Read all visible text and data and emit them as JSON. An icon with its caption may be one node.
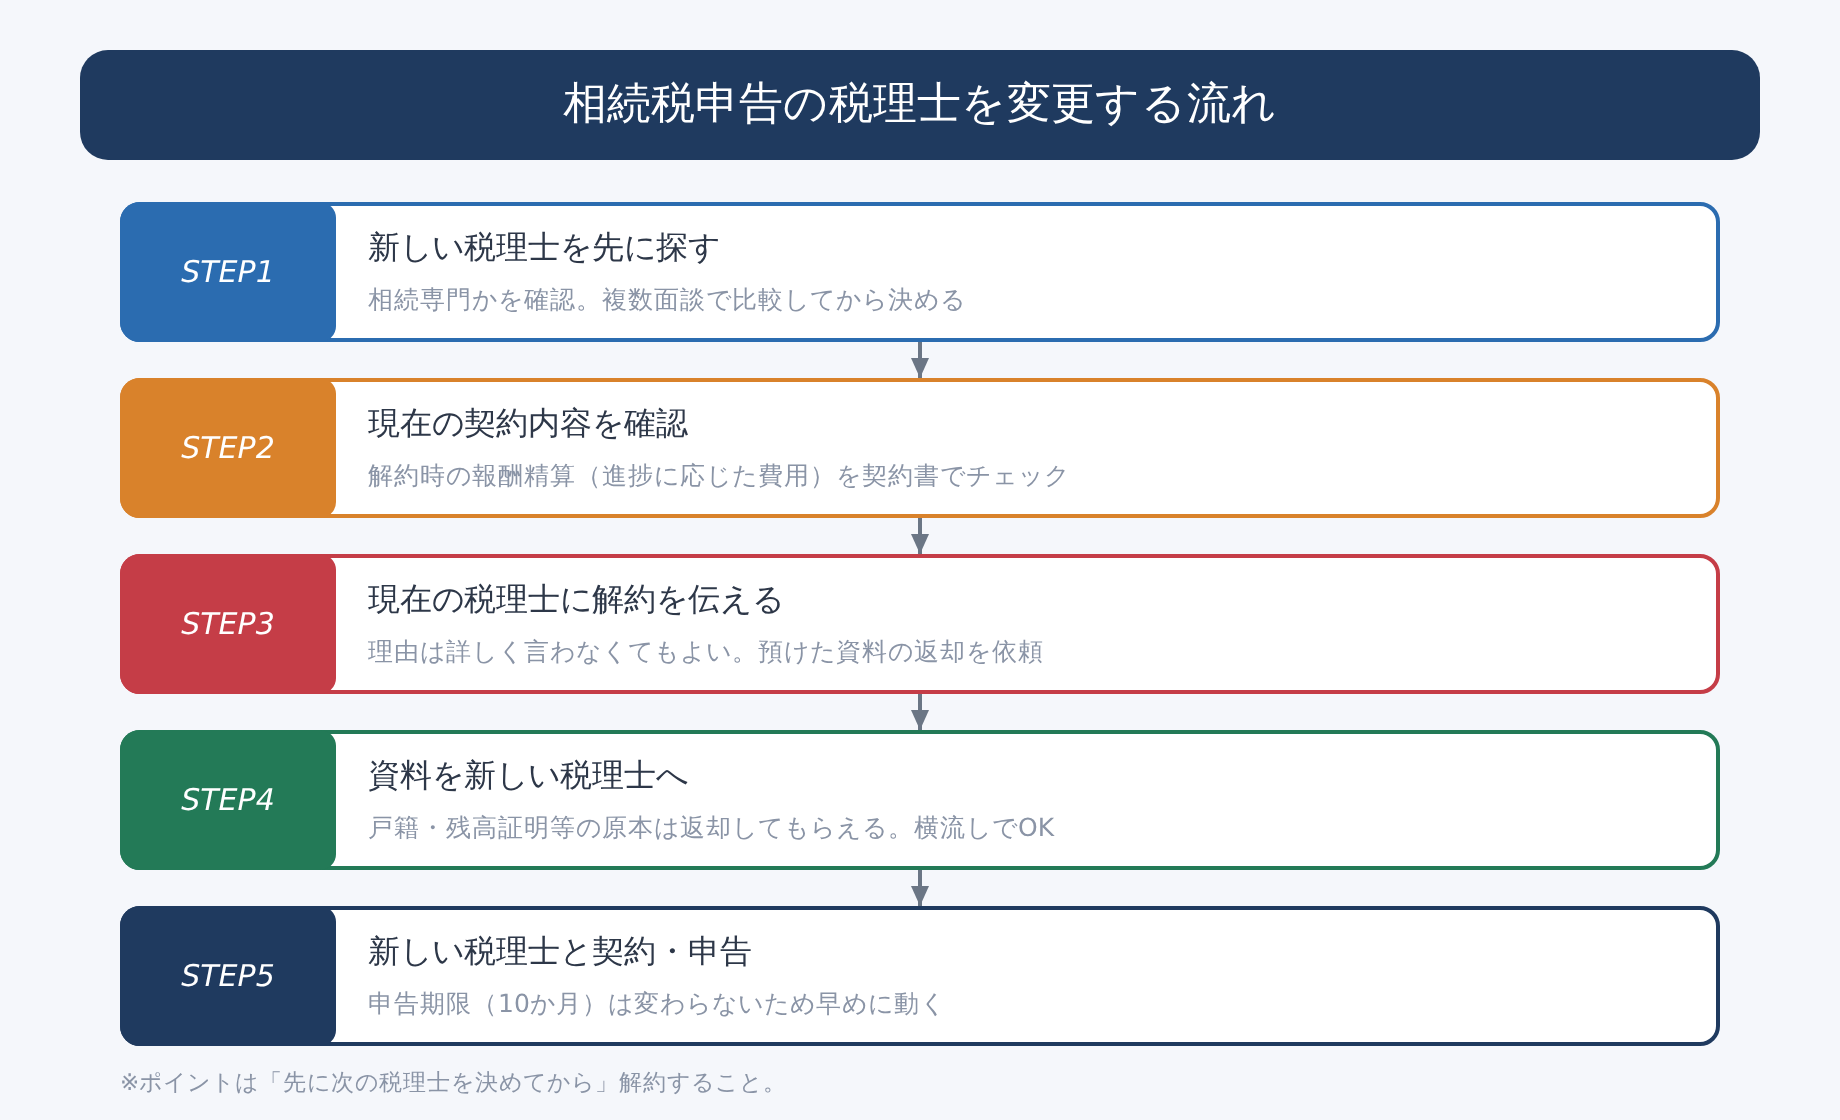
{
  "diagram": {
    "title": "相続税申告の税理士を変更する流れ",
    "nodes": [
      {
        "text": [
          "新しい税理士を先に探す",
          "相続専門かを確認。複数面談で比較してから決める"
        ]
      },
      {
        "text": [
          "STEP1"
        ],
        "in": 0
      },
      {
        "text": [
          "現在の契約内容を確認",
          "解約時の報酬精算（進捗に応じた費用）を契約書でチェック"
        ]
      },
      {
        "text": [
          "STEP2"
        ],
        "in": 2
      },
      {
        "text": [
          "現在の税理士に解約を伝える",
          "理由は詳しく言わなくてもよい。預けた資料の返却を依頼"
        ]
      },
      {
        "text": [
          "STEP3"
        ],
        "in": 4
      },
      {
        "text": [
          "資料を新しい税理士へ",
          "戸籍・残高証明等の原本は返却してもらえる。横流しでOK"
        ]
      },
      {
        "text": [
          "STEP4"
        ],
        "in": 6
      },
      {
        "text": [
          "新しい税理士と契約・申告",
          "申告期限（10か月）は変わらないため早めに動く"
        ]
      },
      {
        "text": [
          "STEP5"
        ],
        "in": 8
      }
    ],
    "edges": [
      {
        "from": 0,
        "to": 2,
        "arrow": "to"
      },
      {
        "from": 2,
        "to": 4,
        "arrow": "to"
      },
      {
        "from": 4,
        "to": 6,
        "arrow": "to"
      },
      {
        "from": 6,
        "to": 8,
        "arrow": "to"
      }
    ],
    "labels": [
      "※ポイントは「先に次の税理士を決めてから」解約すること。"
    ]
  }
}
